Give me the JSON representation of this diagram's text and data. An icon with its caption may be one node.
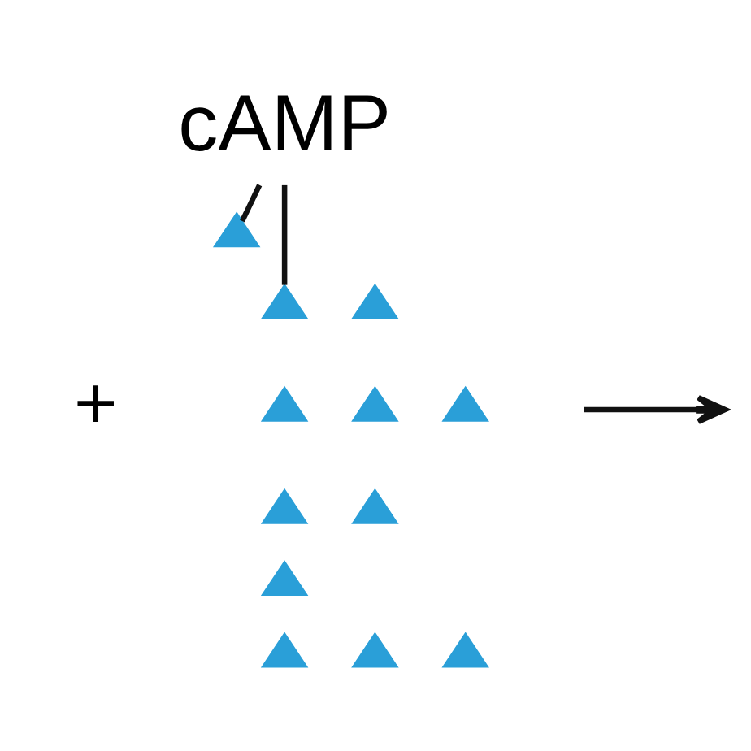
{
  "diagram": {
    "nodes": [
      {
        "text": [
          "cAMP"
        ]
      },
      {
        "text": [],
        "shape": "triangle"
      },
      {
        "text": [],
        "shape": "triangle"
      },
      {
        "text": [],
        "shape": "triangle"
      },
      {
        "text": [],
        "shape": "triangle"
      },
      {
        "text": [],
        "shape": "triangle"
      },
      {
        "text": [],
        "shape": "triangle"
      },
      {
        "text": [],
        "shape": "triangle"
      },
      {
        "text": [],
        "shape": "triangle"
      },
      {
        "text": [],
        "shape": "triangle"
      },
      {
        "text": [],
        "shape": "triangle"
      },
      {
        "text": [],
        "shape": "triangle"
      },
      {
        "text": [],
        "shape": "triangle"
      }
    ],
    "edges": [
      {
        "from": 0,
        "to": 2,
        "arrow": "none"
      },
      {
        "from": 0,
        "to": 1,
        "arrow": "none"
      }
    ],
    "labels": [
      "+"
    ]
  }
}
